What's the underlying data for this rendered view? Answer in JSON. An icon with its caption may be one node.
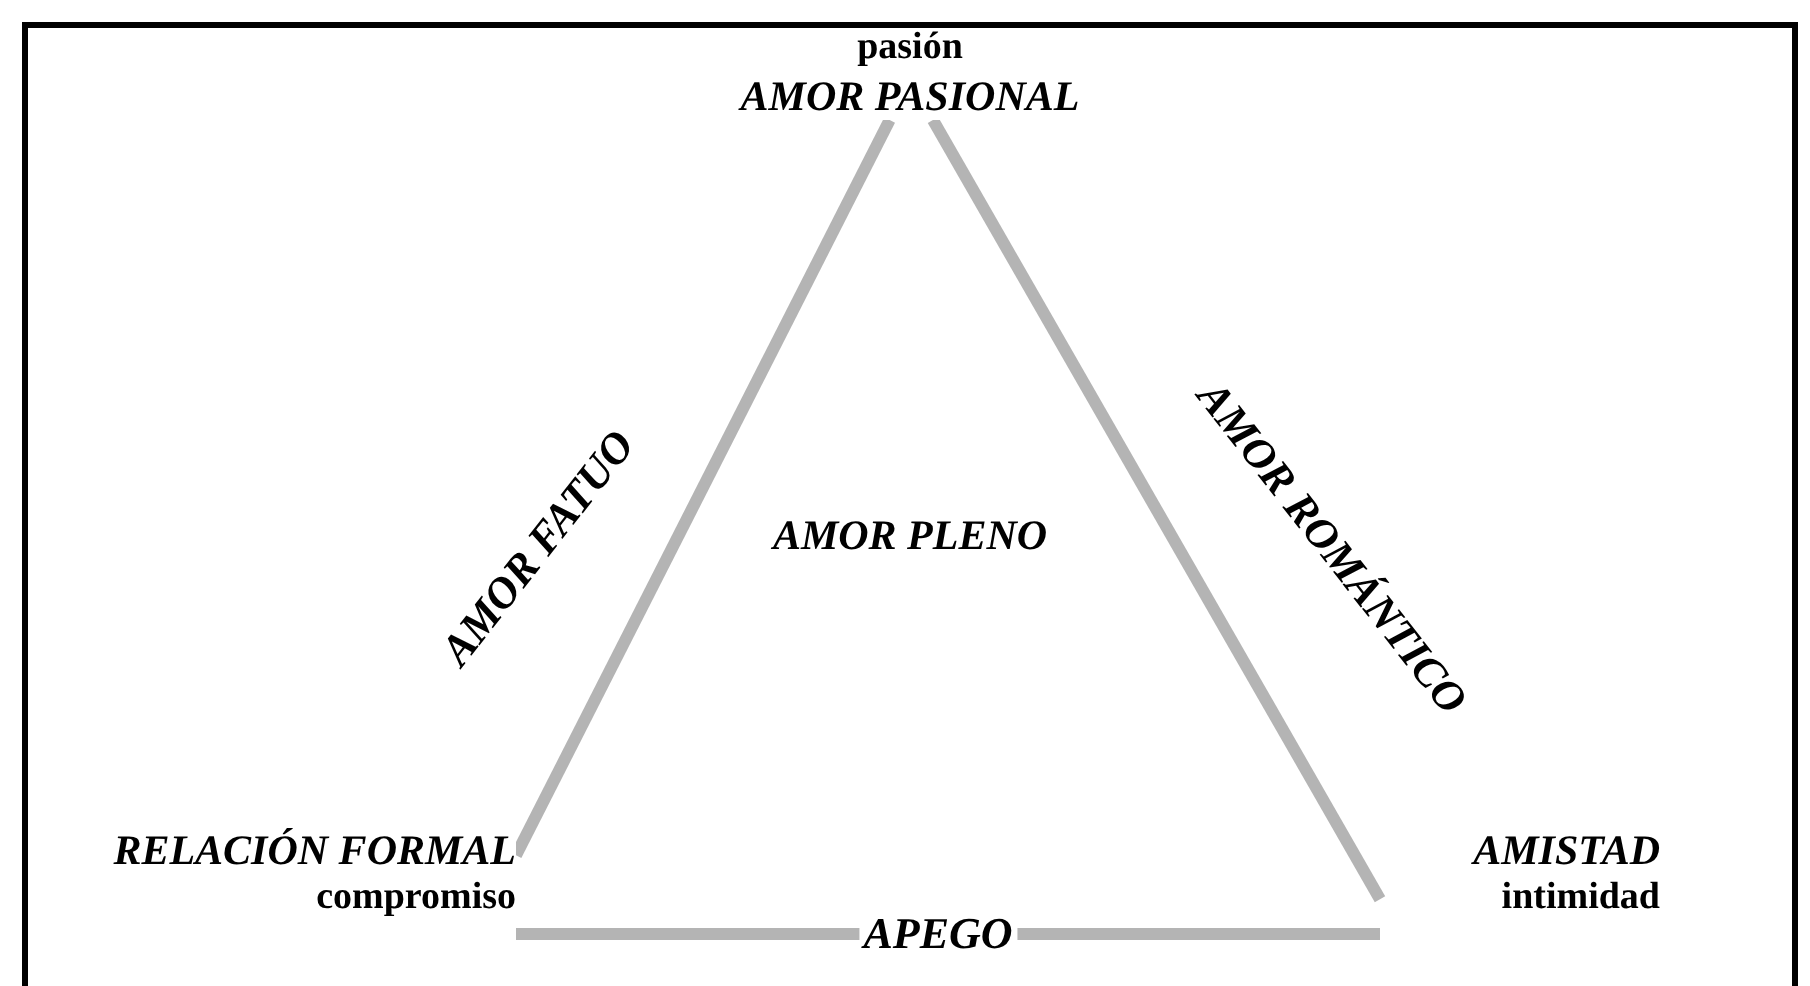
{
  "diagram": {
    "nodes": [
      {
        "text": [
          "pasión",
          "AMOR PASIONAL"
        ]
      },
      {
        "text": [
          "RELACIÓN FORMAL",
          "compromiso"
        ]
      },
      {
        "text": [
          "AMISTAD",
          "intimidad"
        ]
      }
    ],
    "edges": [
      {
        "from": 0,
        "to": 1,
        "arrow": "none",
        "label": "AMOR FATUO"
      },
      {
        "from": 0,
        "to": 2,
        "arrow": "none",
        "label": "AMOR ROMÁNTICO"
      },
      {
        "from": 1,
        "to": 2,
        "arrow": "none",
        "label": "APEGO"
      }
    ],
    "labels": [
      "AMOR PLENO"
    ]
  }
}
